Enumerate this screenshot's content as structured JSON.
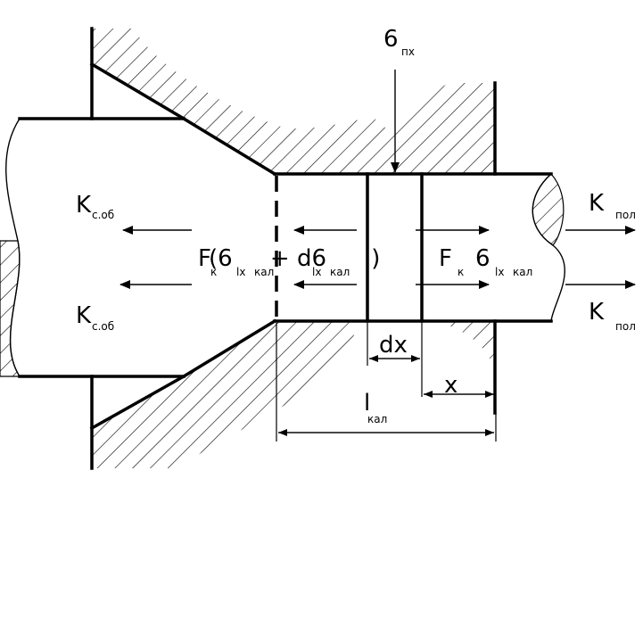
{
  "labels": {
    "sigma_px": {
      "main": "6",
      "sub": "пх"
    },
    "k_sob_top": {
      "main": "K",
      "sub": "с.об"
    },
    "k_sob_bottom": {
      "main": "K",
      "sub": "с.об"
    },
    "k_pol_top": {
      "main": "K",
      "sub": "пол"
    },
    "k_pol_bottom": {
      "main": "K",
      "sub": "пол"
    },
    "force_left": {
      "main": "F(6 + d6 )",
      "sub1": "к",
      "sub2": "lx",
      "sub3": "кал",
      "sub4": "lx",
      "sub5": "кал"
    },
    "force_right": {
      "main": "F   6",
      "sub1": "к",
      "sub2": "lx",
      "sub3": "кал"
    },
    "dx": "dx",
    "x": "x",
    "l_kal": {
      "main": "l",
      "sub": "кал"
    }
  },
  "colors": {
    "line": "#000000",
    "background": "#ffffff"
  }
}
